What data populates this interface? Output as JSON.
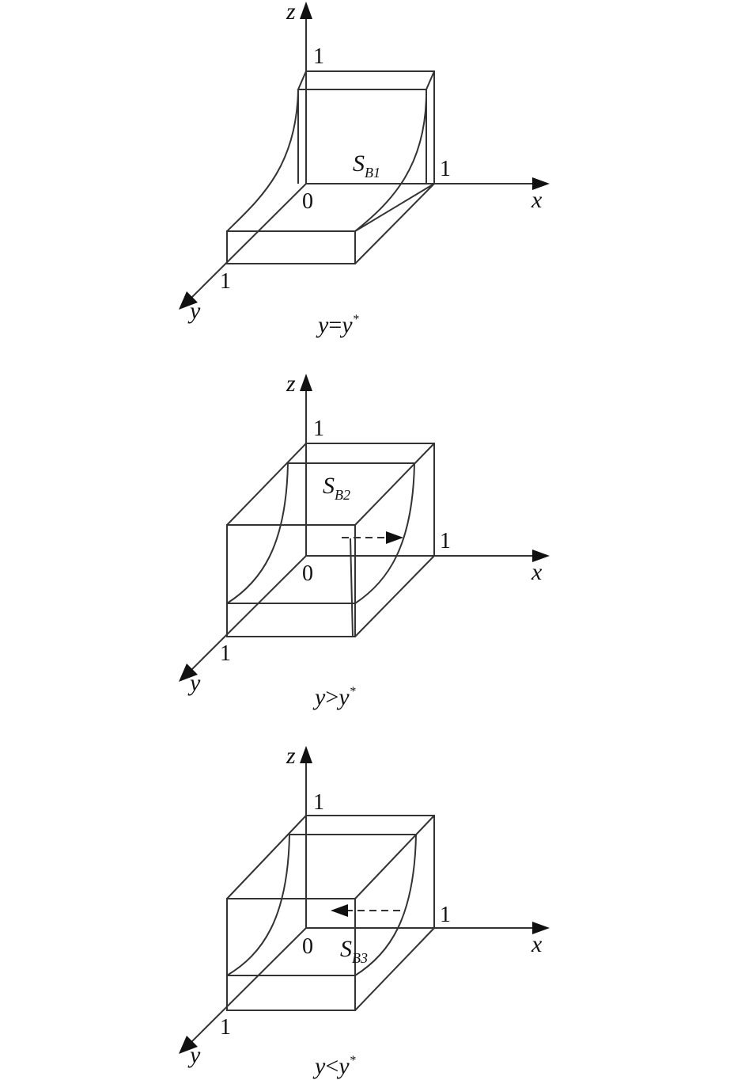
{
  "panels": [
    {
      "axis_x": "x",
      "axis_y": "y",
      "axis_z": "z",
      "origin": "0",
      "tick_x": "1",
      "tick_y": "1",
      "tick_z": "1",
      "surface_main": "S",
      "surface_sub": "B1",
      "caption_left": "y",
      "caption_op": "=",
      "caption_right": "y",
      "caption_sup": "*"
    },
    {
      "axis_x": "x",
      "axis_y": "y",
      "axis_z": "z",
      "origin": "0",
      "tick_x": "1",
      "tick_y": "1",
      "tick_z": "1",
      "surface_main": "S",
      "surface_sub": "B2",
      "caption_left": "y",
      "caption_op": ">",
      "caption_right": "y",
      "caption_sup": "*"
    },
    {
      "axis_x": "x",
      "axis_y": "y",
      "axis_z": "z",
      "origin": "0",
      "tick_x": "1",
      "tick_y": "1",
      "tick_z": "1",
      "surface_main": "S",
      "surface_sub": "B3",
      "caption_left": "y",
      "caption_op": "<",
      "caption_right": "y",
      "caption_sup": "*"
    }
  ]
}
